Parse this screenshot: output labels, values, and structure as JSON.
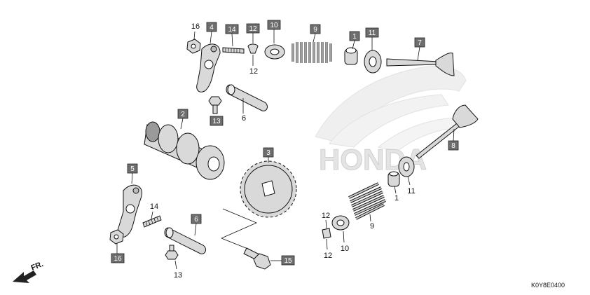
{
  "diagram_code": "K0Y8E0400",
  "direction_label": "FR.",
  "watermark_text": "HONDA",
  "callouts": {
    "c1a": "1",
    "c1b": "1",
    "c2": "2",
    "c3": "3",
    "c4": "4",
    "c5": "5",
    "c6a": "6",
    "c6b": "6",
    "c7": "7",
    "c8": "8",
    "c9a": "9",
    "c9b": "9",
    "c10a": "10",
    "c10b": "10",
    "c11a": "11",
    "c11b": "11",
    "c12a": "12",
    "c12b": "12",
    "c12c": "12",
    "c12d": "12",
    "c13a": "13",
    "c13b": "13",
    "c14a": "14",
    "c14b": "14",
    "c15": "15",
    "c16a": "16",
    "c16b": "16"
  }
}
